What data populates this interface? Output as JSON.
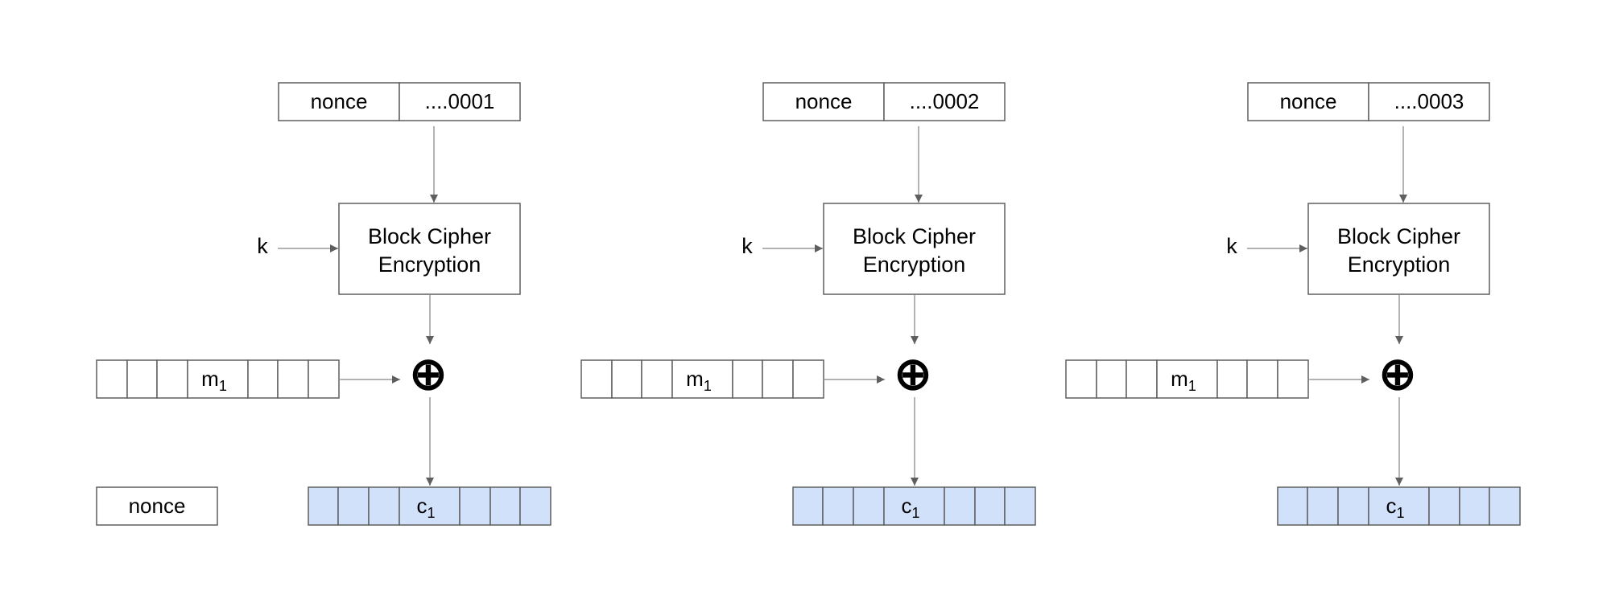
{
  "diagram": {
    "standalone_nonce": "nonce",
    "stages": [
      {
        "nonce_label": "nonce",
        "counter_label": "....0001",
        "cipher_line1": "Block Cipher",
        "cipher_line2": "Encryption",
        "key_label": "k",
        "xor_symbol": "⊕",
        "message_base": "m",
        "message_sub": "1",
        "cipher_base": "c",
        "cipher_sub": "1"
      },
      {
        "nonce_label": "nonce",
        "counter_label": "....0002",
        "cipher_line1": "Block Cipher",
        "cipher_line2": "Encryption",
        "key_label": "k",
        "xor_symbol": "⊕",
        "message_base": "m",
        "message_sub": "1",
        "cipher_base": "c",
        "cipher_sub": "1"
      },
      {
        "nonce_label": "nonce",
        "counter_label": "....0003",
        "cipher_line1": "Block Cipher",
        "cipher_line2": "Encryption",
        "key_label": "k",
        "xor_symbol": "⊕",
        "message_base": "m",
        "message_sub": "1",
        "cipher_base": "c",
        "cipher_sub": "1"
      }
    ],
    "colors": {
      "box_stroke": "#5f5f5f",
      "arrow": "#5f5f5f",
      "arrow_line": "#9a9a9a",
      "ciphertext_fill": "#d2e1fa"
    }
  }
}
